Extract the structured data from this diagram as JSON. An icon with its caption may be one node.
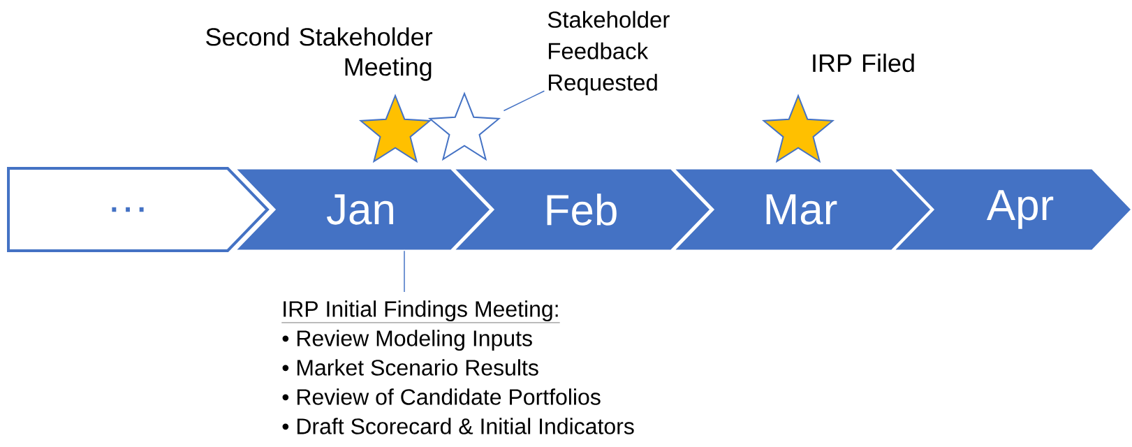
{
  "diagram": {
    "nodes": [
      {
        "text": [
          "…"
        ]
      },
      {
        "text": [
          "Jan"
        ]
      },
      {
        "text": [
          "Feb"
        ]
      },
      {
        "text": [
          "Mar"
        ]
      },
      {
        "text": [
          "Apr"
        ]
      },
      {
        "text": [],
        "shape": "star",
        "beside": [
          "Second Stakeholder Meeting"
        ]
      },
      {
        "text": [],
        "shape": "star"
      },
      {
        "text": [],
        "shape": "star",
        "beside": [
          "IRP Filed"
        ]
      },
      {
        "text": [
          "Stakeholder Feedback Requested"
        ]
      },
      {
        "text": [
          "IRP Initial Findings Meeting:",
          "• Review Modeling Inputs",
          "• Market Scenario Results",
          "• Review of Candidate Portfolios",
          "• Draft Scorecard & Initial Indicators"
        ]
      }
    ],
    "edges": [
      {
        "from": 8,
        "to": 6,
        "arrow": "none"
      },
      {
        "from": 9,
        "to": 1,
        "arrow": "none"
      }
    ]
  }
}
